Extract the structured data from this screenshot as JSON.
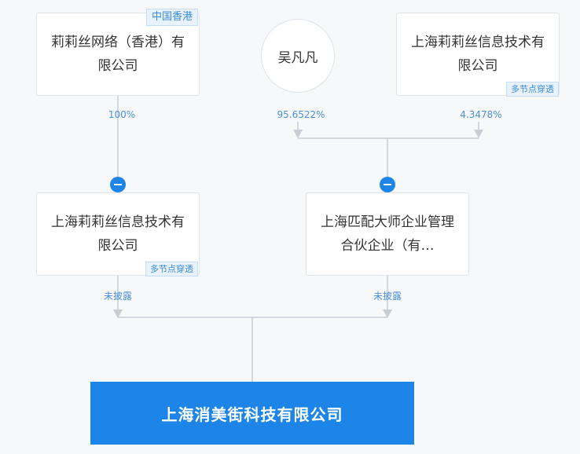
{
  "nodes": {
    "hk_company": {
      "name": "莉莉丝网络（香港）有限公司",
      "tag": "中国香港"
    },
    "person": {
      "name": "吴凡凡"
    },
    "shanghai_info_top": {
      "name": "上海莉莉丝信息技术有限公司",
      "tag": "多节点穿透"
    },
    "shanghai_info_mid": {
      "name": "上海莉莉丝信息技术有限公司",
      "tag": "多节点穿透"
    },
    "partnership": {
      "name": "上海匹配大师企业管理合伙企业（有…"
    },
    "target": {
      "name": "上海消美街科技有限公司"
    }
  },
  "edges": {
    "hk_to_info_mid": "100%",
    "person_to_partnership": "95.6522%",
    "info_top_to_partnership": "4.3478%",
    "info_mid_to_target": "未披露",
    "partnership_to_target": "未披露"
  },
  "colors": {
    "accent": "#1d84e8",
    "line": "#c9cdd4",
    "percent_text": "#4a90d9"
  }
}
